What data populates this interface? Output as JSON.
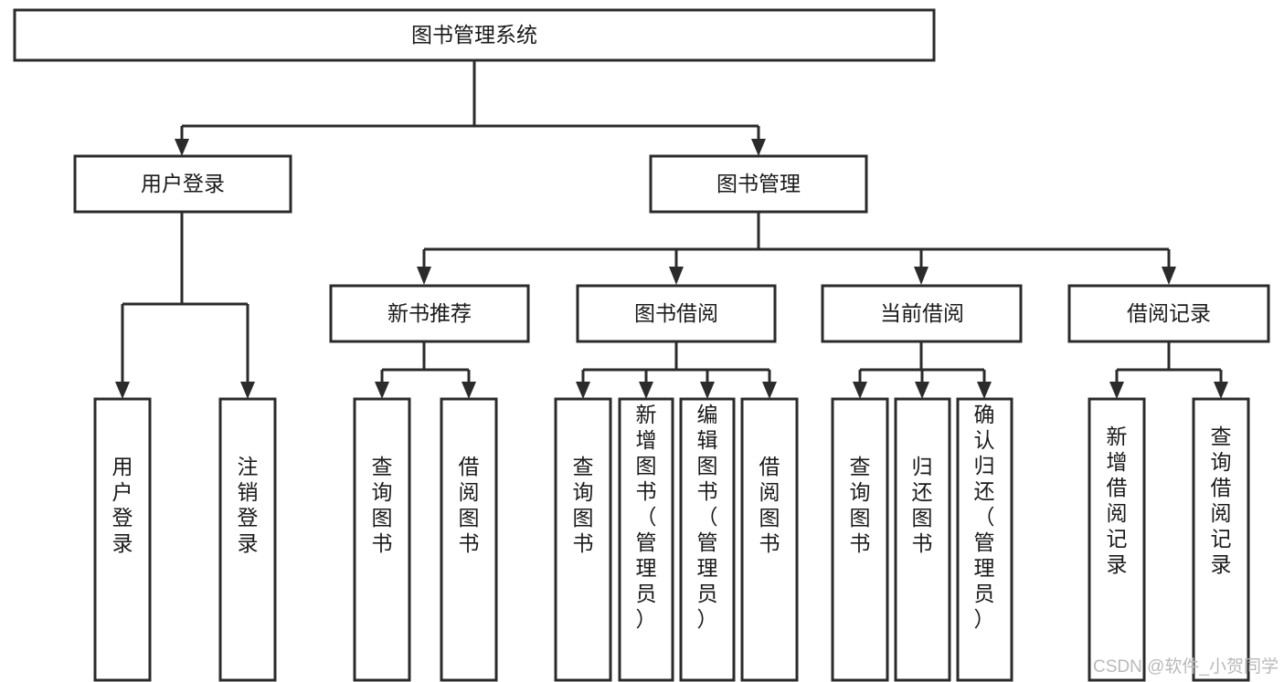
{
  "diagram": {
    "type": "tree-hierarchy",
    "title": "图书管理系统",
    "orientation": "top-down",
    "colors": {
      "box_stroke": "#2b2b2b",
      "box_fill": "#ffffff",
      "text": "#1a1a1a",
      "watermark": "#b9b9b9"
    },
    "levels": {
      "root": {
        "label": "图书管理系统"
      },
      "level2": [
        {
          "id": "user-login",
          "label": "用户登录"
        },
        {
          "id": "book-manage",
          "label": "图书管理"
        }
      ],
      "level3": [
        {
          "id": "new-book-rec",
          "label": "新书推荐",
          "parent": "book-manage"
        },
        {
          "id": "book-borrow",
          "label": "图书借阅",
          "parent": "book-manage"
        },
        {
          "id": "current-borrow",
          "label": "当前借阅",
          "parent": "book-manage"
        },
        {
          "id": "borrow-record",
          "label": "借阅记录",
          "parent": "book-manage"
        }
      ],
      "leaves": [
        {
          "id": "leaf-user-login",
          "label": "用户登录",
          "parent": "user-login"
        },
        {
          "id": "leaf-logout",
          "label": "注销登录",
          "parent": "user-login"
        },
        {
          "id": "leaf-query-book-1",
          "label": "查询图书",
          "parent": "new-book-rec"
        },
        {
          "id": "leaf-borrow-book-1",
          "label": "借阅图书",
          "parent": "new-book-rec"
        },
        {
          "id": "leaf-query-book-2",
          "label": "查询图书",
          "parent": "book-borrow"
        },
        {
          "id": "leaf-add-book",
          "label": "新增图书（管理员）",
          "parent": "book-borrow"
        },
        {
          "id": "leaf-edit-book",
          "label": "编辑图书（管理员）",
          "parent": "book-borrow"
        },
        {
          "id": "leaf-borrow-book-2",
          "label": "借阅图书",
          "parent": "book-borrow"
        },
        {
          "id": "leaf-query-book-3",
          "label": "查询图书",
          "parent": "current-borrow"
        },
        {
          "id": "leaf-return-book",
          "label": "归还图书",
          "parent": "current-borrow"
        },
        {
          "id": "leaf-confirm-return",
          "label": "确认归还（管理员）",
          "parent": "current-borrow"
        },
        {
          "id": "leaf-add-record",
          "label": "新增借阅记录",
          "parent": "borrow-record"
        },
        {
          "id": "leaf-query-record",
          "label": "查询借阅记录",
          "parent": "borrow-record"
        }
      ]
    },
    "watermark": "CSDN @软件_小贺同学"
  }
}
